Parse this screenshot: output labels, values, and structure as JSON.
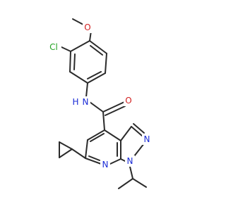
{
  "colors": {
    "carbon_bond": "#2b2b2b",
    "oxygen": "#d11f1f",
    "nitrogen": "#1a2bd6",
    "chlorine": "#23a323",
    "background": "#ffffff"
  },
  "atom_labels": {
    "methoxy_o": "O",
    "carbonyl_o": "O",
    "chlorine": "Cl",
    "amide_n": "N",
    "amide_h": "H",
    "pyrazole_n2": "N",
    "pyrazole_n1": "N",
    "pyridine_n": "N"
  }
}
